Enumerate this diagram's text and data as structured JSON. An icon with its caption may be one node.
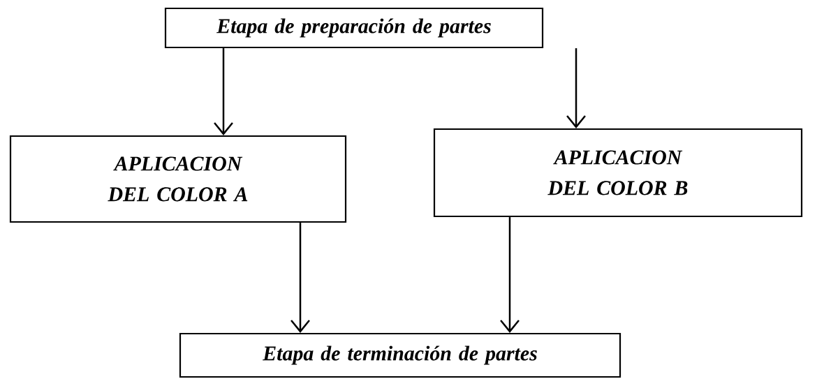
{
  "diagram": {
    "nodes": [
      {
        "text": [
          "Etapa de preparación de partes"
        ]
      },
      {
        "text": [
          "APLICACION DEL COLOR A"
        ]
      },
      {
        "text": [
          "APLICACION DEL COLOR B"
        ]
      },
      {
        "text": [
          "Etapa de terminación de partes"
        ]
      }
    ],
    "edges": [
      {
        "from": 0,
        "to": 1,
        "arrow": "to"
      },
      {
        "from": 0,
        "to": 2,
        "arrow": "to"
      },
      {
        "from": 1,
        "to": 3,
        "arrow": "to"
      },
      {
        "from": 2,
        "to": 3,
        "arrow": "to"
      }
    ]
  }
}
